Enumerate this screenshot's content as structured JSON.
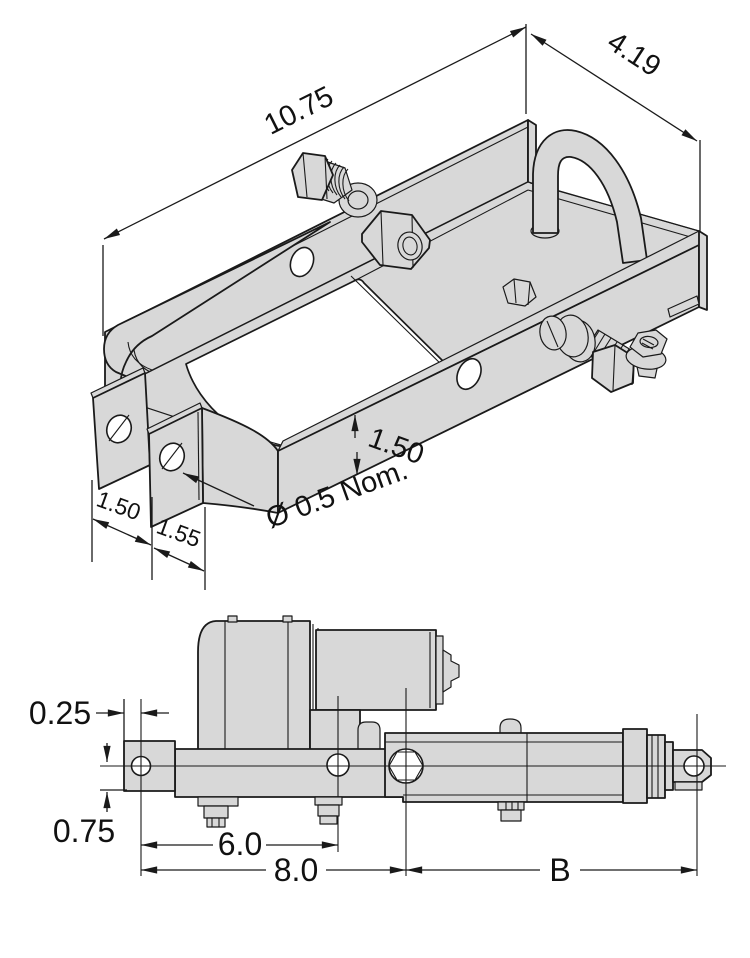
{
  "colors": {
    "background": "#ffffff",
    "part_fill": "#d8d8d8",
    "line_color": "#1a1a1a"
  },
  "bracket_view": {
    "description": "mounting bracket isometric view",
    "dim_length": "10.75",
    "dim_width": "4.19",
    "dim_strap_height": "1.50",
    "dim_flange_offset": "1.50",
    "dim_flange_width": "1.55",
    "dim_hole_note": "Ø 0.5 Nom."
  },
  "actuator_view": {
    "description": "linear actuator side view",
    "dim_rear_hole_inset": "0.25",
    "dim_rear_hole_drop": "0.75",
    "dim_hole_spacing": "6.0",
    "dim_mounting_length": "8.0",
    "dim_stroke": "B"
  }
}
